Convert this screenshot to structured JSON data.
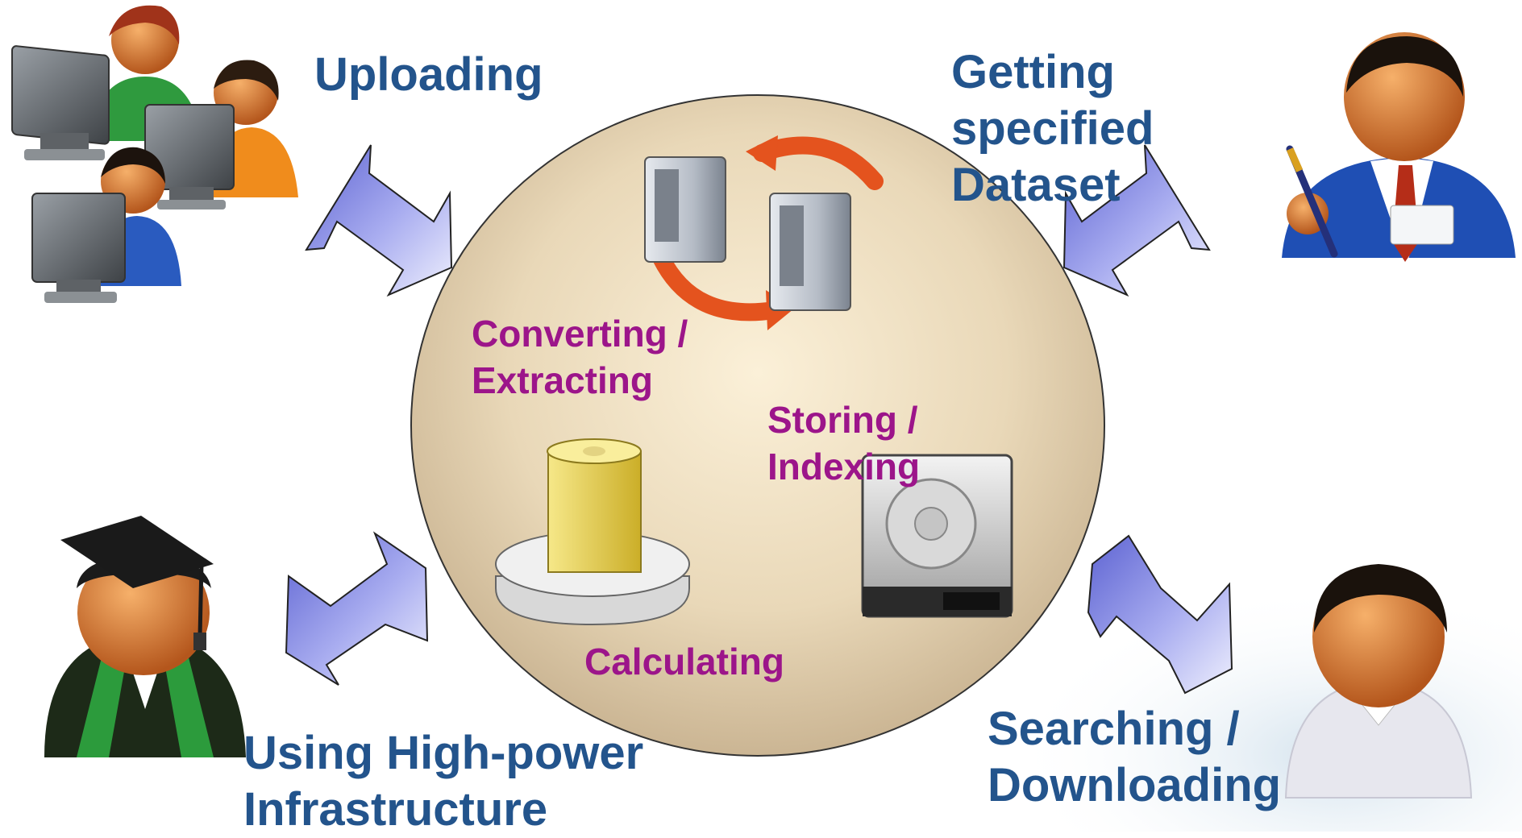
{
  "outer_labels": {
    "uploading": "Uploading",
    "getting": [
      "Getting",
      "specified",
      "Dataset"
    ],
    "using": [
      "Using High-power",
      "Infrastructure"
    ],
    "searching": [
      "Searching /",
      "Downloading"
    ]
  },
  "inner_labels": {
    "converting": [
      "Converting /",
      "Extracting"
    ],
    "storing": [
      "Storing /",
      "Indexing"
    ],
    "calculating": "Calculating"
  },
  "icons": {
    "top_left": "user-group-computers-icon",
    "top_right": "business-user-pen-icon",
    "bottom_left": "graduate-user-icon",
    "bottom_right": "user-icon",
    "servers": "server-sync-icon",
    "database": "database-cylinder-icon",
    "disk": "hard-disk-icon"
  },
  "colors": {
    "outer_text": "#23548c",
    "inner_text": "#9c158a",
    "circle_fill": "#ddc9a6",
    "arrow_fill": "#8a8ee6"
  }
}
